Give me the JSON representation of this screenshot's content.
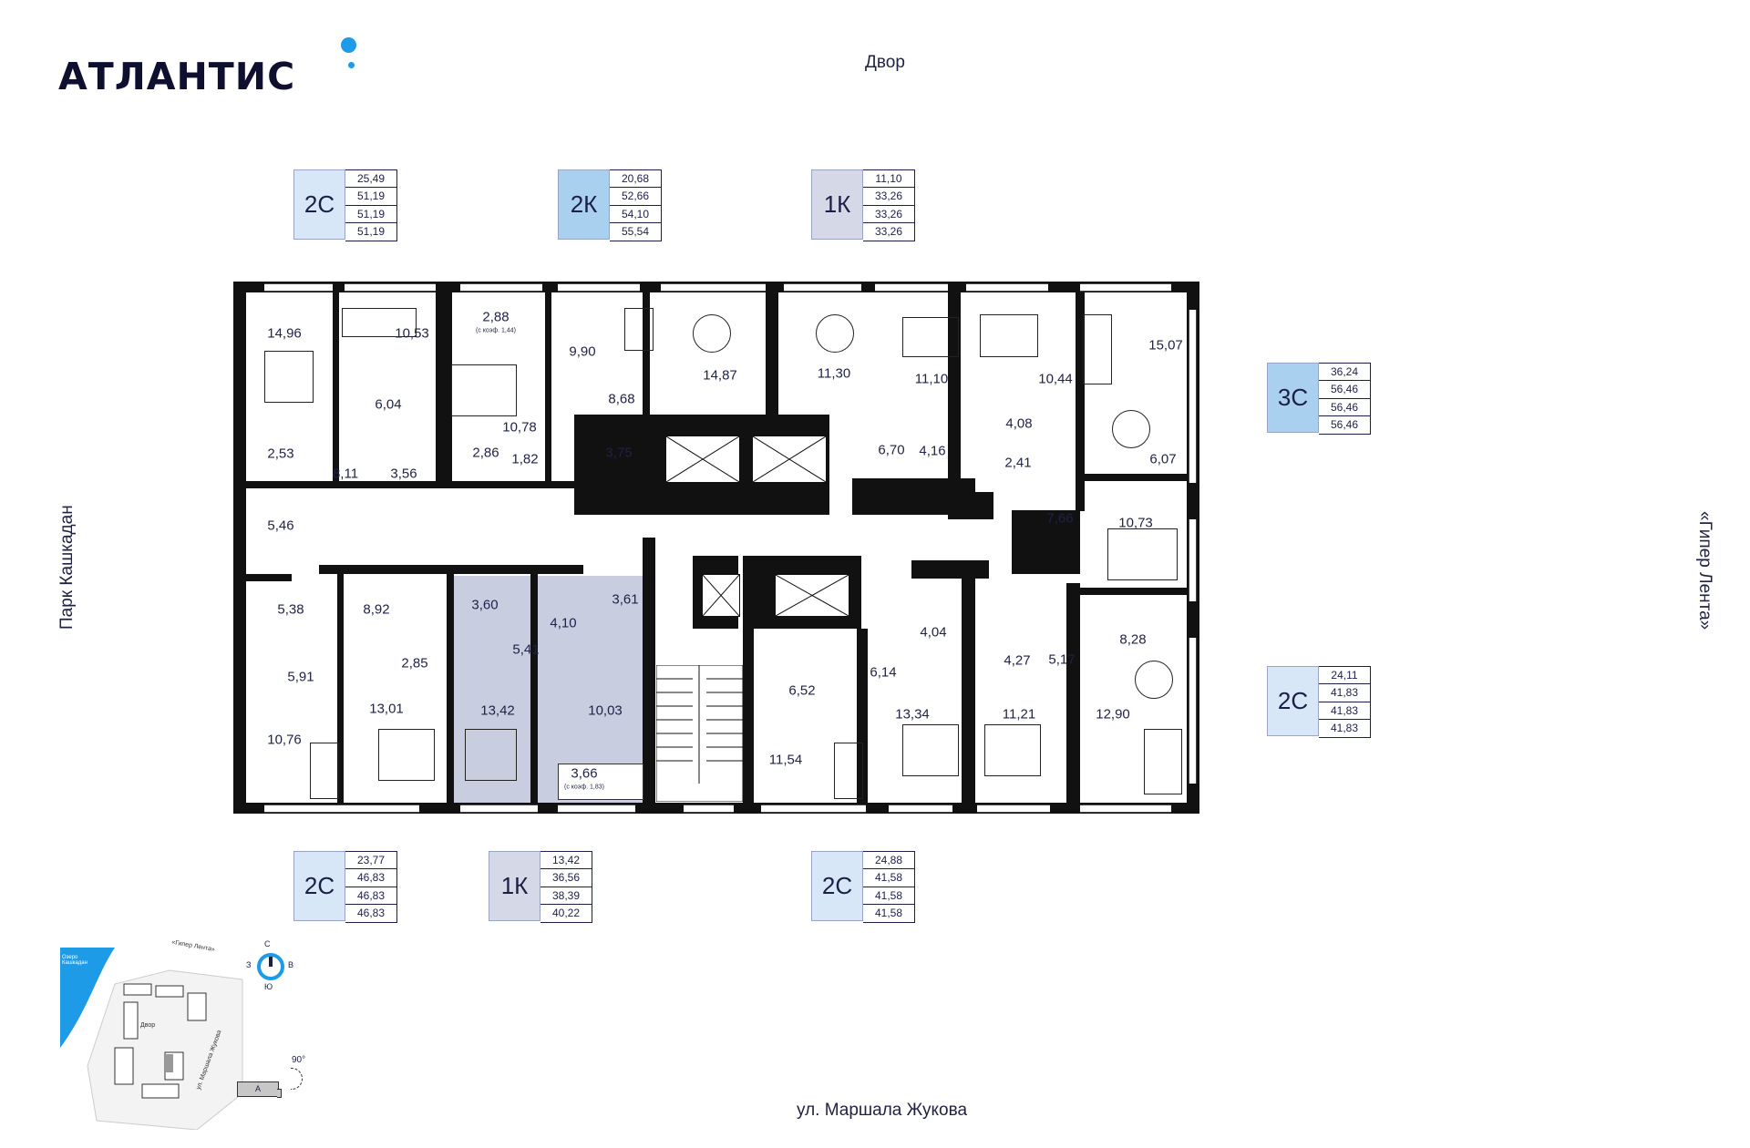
{
  "brand": {
    "name": "АТЛАНТИС",
    "accent": "#1d9be6"
  },
  "orientation": {
    "top": "Двор",
    "bottom": "ул. Маршала Жукова",
    "left": "Парк Кашкадан",
    "right": "«Гипер Лента»"
  },
  "cards": [
    {
      "type": "2С",
      "values": [
        "25,49",
        "51,19",
        "51,19",
        "51,19"
      ]
    },
    {
      "type": "2К",
      "values": [
        "20,68",
        "52,66",
        "54,10",
        "55,54"
      ]
    },
    {
      "type": "1К",
      "values": [
        "11,10",
        "33,26",
        "33,26",
        "33,26"
      ]
    },
    {
      "type": "3С",
      "values": [
        "36,24",
        "56,46",
        "56,46",
        "56,46"
      ]
    },
    {
      "type": "2С",
      "values": [
        "24,11",
        "41,83",
        "41,83",
        "41,83"
      ]
    },
    {
      "type": "2С",
      "values": [
        "23,77",
        "46,83",
        "46,83",
        "46,83"
      ]
    },
    {
      "type": "1К",
      "values": [
        "13,42",
        "36,56",
        "38,39",
        "40,22"
      ]
    },
    {
      "type": "2С",
      "values": [
        "24,88",
        "41,58",
        "41,58",
        "41,58"
      ]
    }
  ],
  "rooms": [
    "14,96",
    "10,53",
    "2,88",
    "9,90",
    "14,87",
    "11,30",
    "11,10",
    "10,44",
    "15,07",
    "6,04",
    "10,78",
    "8,68",
    "6,70",
    "4,16",
    "4,08",
    "2,41",
    "6,07",
    "2,53",
    "8,11",
    "3,56",
    "2,86",
    "1,82",
    "3,75",
    "5,46",
    "7,66",
    "10,73",
    "5,38",
    "8,92",
    "3,60",
    "4,10",
    "3,61",
    "5,41",
    "4,04",
    "4,27",
    "5,17",
    "8,28",
    "5,91",
    "2,85",
    "13,42",
    "10,03",
    "6,52",
    "6,14",
    "10,76",
    "13,01",
    "13,34",
    "11,21",
    "12,90",
    "11,54",
    "3,66"
  ],
  "coefs": [
    "(с коэф. 1,44)",
    "(с коэф. 1,83)"
  ],
  "minimap": {
    "labels": [
      "Озеро Кашкадан",
      "«Гипер Лента»",
      "Двор",
      "ул. Маршала Жукова"
    ],
    "compass": {
      "n": "С",
      "s": "Ю",
      "w": "З",
      "e": "В"
    },
    "rotation": "90°",
    "section": "А"
  }
}
